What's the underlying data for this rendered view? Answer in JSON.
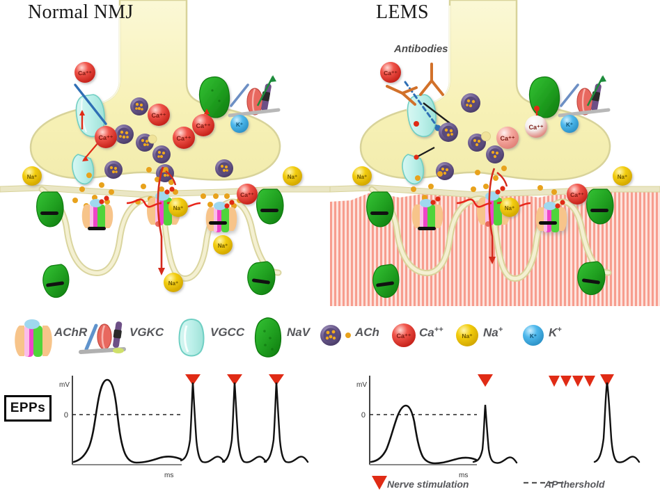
{
  "figure": {
    "panels": [
      {
        "id": "normal",
        "title": "Normal NMJ"
      },
      {
        "id": "lems",
        "title": "LEMS",
        "annotation": "Antibodies"
      }
    ]
  },
  "legend": {
    "items": [
      {
        "key": "achr",
        "label": "AChR",
        "icon": "achr-receptor-icon"
      },
      {
        "key": "vgkc",
        "label": "VGKC",
        "icon": "vgkc-channel-icon"
      },
      {
        "key": "vgcc",
        "label": "VGCC",
        "icon": "vgcc-channel-icon"
      },
      {
        "key": "nav",
        "label": "NaV",
        "icon": "nav-channel-icon"
      },
      {
        "key": "ach",
        "label": "ACh",
        "icon": "ach-vesicle-icon"
      },
      {
        "key": "ca",
        "label": "Ca",
        "sup": "++",
        "icon": "calcium-ion-icon"
      },
      {
        "key": "na",
        "label": "Na",
        "sup": "+",
        "icon": "sodium-ion-icon"
      },
      {
        "key": "k",
        "label": "K",
        "sup": "+",
        "icon": "potassium-ion-icon"
      }
    ]
  },
  "epps": {
    "box_label": "EPPs",
    "axis": {
      "y": "mV",
      "x": "ms",
      "zero": "0"
    },
    "bottom_legend": {
      "nerve_stimulation": "Nerve stimulation",
      "ap_threshold": "AP thershold"
    }
  },
  "ion_labels": {
    "calcium": "Ca⁺⁺",
    "sodium": "Na⁺",
    "potassium": "K⁺",
    "calcium_short": "Ca",
    "sodium_short": "Na",
    "potassium_short": "K"
  },
  "colors": {
    "terminal_fill": "#f7f3c0",
    "terminal_stroke": "#d8d39a",
    "muscle_stripe": "#f79d8e",
    "muscle_stripe_light": "#fde3dd",
    "nav_green": "#22a322",
    "nav_green_dark": "#0e7a0e",
    "vgcc_cyan": "#bdf0ea",
    "vgcc_stroke": "#6fcfc3",
    "calcium_red": "#e8322a",
    "calcium_pale": "#f6a9a0",
    "sodium_yellow": "#f2cc0c",
    "potassium_blue": "#4eb8ec",
    "vesicle_purple": "#6b5a8e",
    "ach_orange": "#e8a21c",
    "achr_orange": "#f7c48a",
    "achr_magenta": "#ee45c8",
    "achr_green": "#4fd43a",
    "antibody_orange": "#d2712a",
    "trigger_red": "#e02b15",
    "trace_black": "#111111",
    "title_dark": "#1a1a1a",
    "legend_gray": "#55565a"
  },
  "chart_data": [
    {
      "id": "normal-single-epp",
      "type": "line",
      "title": "Normal NMJ single EPP",
      "xlabel": "ms",
      "ylabel": "mV",
      "threshold": 0,
      "threshold_label": "0",
      "peak_amplitude": 1.0,
      "suprathreshold": true,
      "stimuli": 0
    },
    {
      "id": "normal-train-epp",
      "type": "line",
      "title": "Normal NMJ repetitive stimulation",
      "xlabel": "ms",
      "ylabel": "mV",
      "peaks": [
        1.0,
        1.0,
        1.0
      ],
      "stimuli": 3,
      "facilitation": false,
      "decrement": false
    },
    {
      "id": "lems-single-epp",
      "type": "line",
      "title": "LEMS single EPP",
      "xlabel": "ms",
      "ylabel": "mV",
      "threshold": 0,
      "threshold_label": "0",
      "peak_amplitude": 0.35,
      "suprathreshold": false,
      "stimuli": 0
    },
    {
      "id": "lems-train-epp",
      "type": "line",
      "title": "LEMS repetitive stimulation with facilitation",
      "xlabel": "ms",
      "ylabel": "mV",
      "peaks": [
        0.62,
        1.0
      ],
      "stimuli_groups": [
        1,
        5
      ],
      "facilitation": true
    }
  ]
}
